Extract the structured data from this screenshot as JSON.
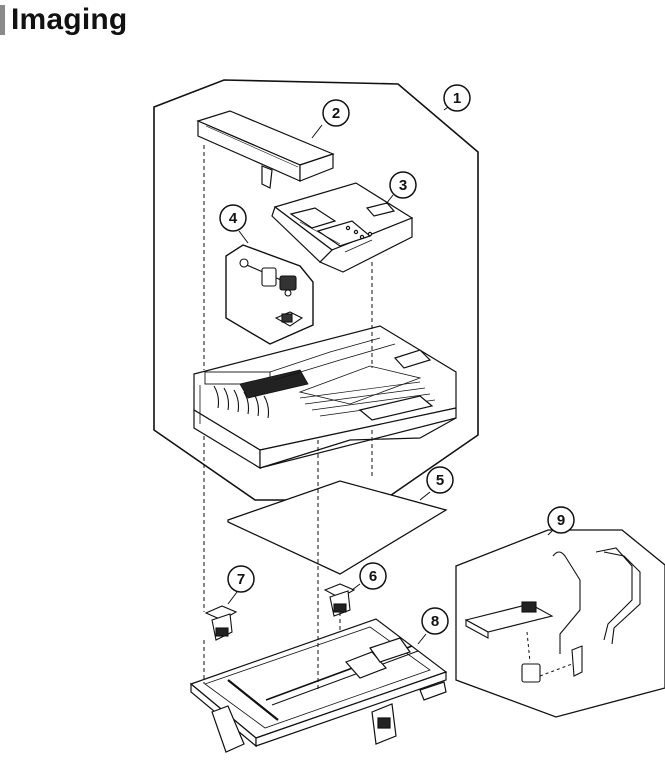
{
  "page": {
    "title": "Imaging"
  },
  "callouts": [
    {
      "id": "1",
      "label": "1"
    },
    {
      "id": "2",
      "label": "2"
    },
    {
      "id": "3",
      "label": "3"
    },
    {
      "id": "4",
      "label": "4"
    },
    {
      "id": "5",
      "label": "5"
    },
    {
      "id": "6",
      "label": "6"
    },
    {
      "id": "7",
      "label": "7"
    },
    {
      "id": "8",
      "label": "8"
    },
    {
      "id": "9",
      "label": "9"
    }
  ],
  "colors": {
    "line": "#111111",
    "background": "#ffffff",
    "title_accent": "#8a8a8a"
  }
}
